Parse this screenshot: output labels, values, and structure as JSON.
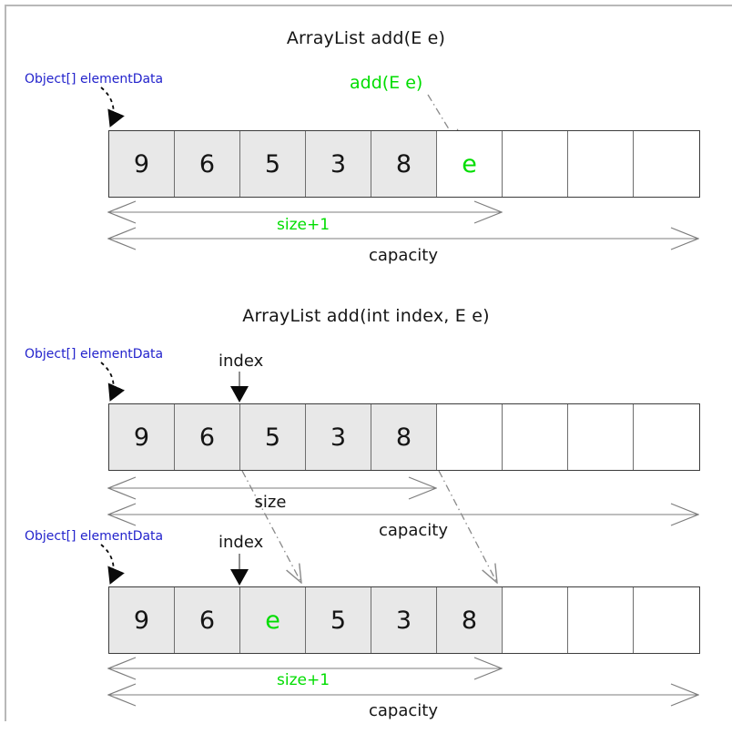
{
  "colors": {
    "accent_green": "#00dd00",
    "label_blue": "#2323cc",
    "cell_fill": "#e8e8e8",
    "frame_gray": "#b8b8b8",
    "arrow_gray": "#7d7d7d",
    "text_black": "#151515"
  },
  "section1": {
    "title": "ArrayList add(E e)",
    "element_data_label": "Object[] elementData",
    "add_label": "add(E e)",
    "cells": [
      {
        "v": "9",
        "filled": true
      },
      {
        "v": "6",
        "filled": true
      },
      {
        "v": "5",
        "filled": true
      },
      {
        "v": "3",
        "filled": true
      },
      {
        "v": "8",
        "filled": true
      },
      {
        "v": "e",
        "filled": false,
        "green": true
      },
      {
        "v": "",
        "filled": false
      },
      {
        "v": "",
        "filled": false
      },
      {
        "v": "",
        "filled": false
      }
    ],
    "size_label": "size+1",
    "capacity_label": "capacity"
  },
  "section2": {
    "title": "ArrayList add(int index, E e)",
    "element_data_label": "Object[] elementData",
    "index_label": "index",
    "cells": [
      {
        "v": "9",
        "filled": true
      },
      {
        "v": "6",
        "filled": true
      },
      {
        "v": "5",
        "filled": true
      },
      {
        "v": "3",
        "filled": true
      },
      {
        "v": "8",
        "filled": true
      },
      {
        "v": "",
        "filled": false
      },
      {
        "v": "",
        "filled": false
      },
      {
        "v": "",
        "filled": false
      },
      {
        "v": "",
        "filled": false
      }
    ],
    "size_label": "size",
    "capacity_label": "capacity"
  },
  "section3": {
    "element_data_label": "Object[] elementData",
    "index_label": "index",
    "cells": [
      {
        "v": "9",
        "filled": true
      },
      {
        "v": "6",
        "filled": true
      },
      {
        "v": "e",
        "filled": true,
        "green": true
      },
      {
        "v": "5",
        "filled": true
      },
      {
        "v": "3",
        "filled": true
      },
      {
        "v": "8",
        "filled": true
      },
      {
        "v": "",
        "filled": false
      },
      {
        "v": "",
        "filled": false
      },
      {
        "v": "",
        "filled": false
      }
    ],
    "size_label": "size+1",
    "capacity_label": "capacity"
  }
}
